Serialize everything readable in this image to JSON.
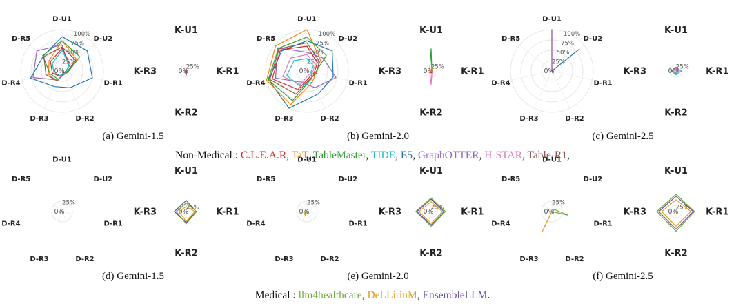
{
  "legends": {
    "non_medical": {
      "prefix": "Non-Medical :",
      "items": [
        {
          "name": "C.L.E.A.R",
          "color": "#d62728"
        },
        {
          "name": "TaT",
          "color": "#ff7f0e"
        },
        {
          "name": "TableMaster",
          "color": "#2ca02c"
        },
        {
          "name": "TIDE",
          "color": "#17becf"
        },
        {
          "name": "E5",
          "color": "#1f77b4"
        },
        {
          "name": "GraphOTTER",
          "color": "#9467bd"
        },
        {
          "name": "H-STAR",
          "color": "#e377c2"
        },
        {
          "name": "Table-R1",
          "color": "#8c564b"
        }
      ],
      "suffix": ","
    },
    "medical": {
      "prefix": "Medical :",
      "items": [
        {
          "name": "llm4healthcare",
          "color": "#6aaa3a"
        },
        {
          "name": "DeLLiriuM",
          "color": "#e0a020"
        },
        {
          "name": "EnsembleLLM",
          "color": "#6a51a3"
        }
      ],
      "suffix": "."
    }
  },
  "chart_data": [
    {
      "type": "radar",
      "subplot": "a",
      "row": 0,
      "col": 0,
      "caption": "(a) Gemini-1.5",
      "left": {
        "axes": [
          "D-U1",
          "D-U2",
          "D-R1",
          "D-R2",
          "D-R3",
          "D-R4",
          "D-R5"
        ],
        "rings": [
          25,
          50,
          75,
          100
        ],
        "tick_labels": [
          "0%",
          "25%",
          "50%",
          "75%",
          "100%"
        ],
        "series": [
          {
            "color": "#1f77b4",
            "values": [
              83,
              78,
              75,
              45,
              42,
              78,
              58
            ]
          },
          {
            "color": "#ff7f0e",
            "values": [
              73,
              45,
              12,
              8,
              28,
              34,
              40
            ]
          },
          {
            "color": "#2ca02c",
            "values": [
              73,
              55,
              14,
              10,
              22,
              30,
              60
            ]
          },
          {
            "color": "#8c564b",
            "values": [
              58,
              42,
              12,
              8,
              26,
              40,
              56
            ]
          },
          {
            "color": "#9467bd",
            "values": [
              63,
              20,
              10,
              10,
              24,
              72,
              78
            ]
          },
          {
            "color": "#d62728",
            "values": [
              55,
              25,
              8,
              6,
              14,
              24,
              36
            ]
          },
          {
            "color": "#17becf",
            "values": [
              50,
              22,
              10,
              8,
              12,
              20,
              30
            ]
          }
        ]
      },
      "right": {
        "axes": [
          "K-U1",
          "K-R1",
          "K-R2",
          "K-R3"
        ],
        "rings": [
          25
        ],
        "tick_labels": [
          "0%",
          "25%"
        ],
        "series": [
          {
            "color": "#d62728",
            "values": [
              2,
              3,
              17,
              6
            ]
          },
          {
            "color": "#9467bd",
            "values": [
              2,
              2,
              15,
              5
            ]
          },
          {
            "color": "#8c564b",
            "values": [
              1,
              2,
              13,
              4
            ]
          }
        ]
      }
    },
    {
      "type": "radar",
      "subplot": "b",
      "row": 0,
      "col": 1,
      "caption": "(b) Gemini-2.0",
      "left": {
        "axes": [
          "D-U1",
          "D-U2",
          "D-R1",
          "D-R2",
          "D-R3",
          "D-R4",
          "D-R5"
        ],
        "rings": [
          25,
          50,
          75,
          100
        ],
        "tick_labels": [
          "0%",
          "25%",
          "50%",
          "75%",
          "100%"
        ],
        "series": [
          {
            "color": "#1f77b4",
            "values": [
              73,
              78,
              65,
              62,
              100,
              95,
              78
            ]
          },
          {
            "color": "#ff7f0e",
            "values": [
              100,
              42,
              22,
              30,
              90,
              100,
              97
            ]
          },
          {
            "color": "#2ca02c",
            "values": [
              82,
              60,
              20,
              22,
              80,
              96,
              88
            ]
          },
          {
            "color": "#9467bd",
            "values": [
              45,
              50,
              72,
              45,
              30,
              78,
              90
            ]
          },
          {
            "color": "#d62728",
            "values": [
              60,
              32,
              18,
              16,
              50,
              86,
              82
            ]
          },
          {
            "color": "#8c564b",
            "values": [
              68,
              38,
              24,
              20,
              62,
              92,
              86
            ]
          },
          {
            "color": "#e377c2",
            "values": [
              40,
              26,
              14,
              10,
              36,
              60,
              50
            ]
          },
          {
            "color": "#17becf",
            "values": [
              30,
              20,
              10,
              30,
              40,
              50,
              40
            ]
          }
        ]
      },
      "right": {
        "axes": [
          "K-U1",
          "K-R1",
          "K-R2",
          "K-R3"
        ],
        "rings": [
          25
        ],
        "tick_labels": [
          "0%",
          "25%"
        ],
        "series": [
          {
            "color": "#2ca02c",
            "values": [
              90,
              3,
              5,
              6
            ]
          },
          {
            "color": "#e377c2",
            "values": [
              4,
              4,
              55,
              6
            ]
          },
          {
            "color": "#d62728",
            "values": [
              4,
              6,
              8,
              4
            ]
          },
          {
            "color": "#ff7f0e",
            "values": [
              6,
              5,
              4,
              3
            ]
          }
        ]
      }
    },
    {
      "type": "radar",
      "subplot": "c",
      "row": 0,
      "col": 2,
      "caption": "(c) Gemini-2.5",
      "left": {
        "axes": [
          "D-U1",
          "D-U2",
          "D-R1",
          "D-R2",
          "D-R3",
          "D-R4",
          "D-R5"
        ],
        "rings": [
          25,
          50,
          75,
          100
        ],
        "tick_labels": [
          "0%",
          "25%",
          "50%",
          "75%",
          "100%"
        ],
        "series": [
          {
            "color": "#d62728",
            "values": [
              100,
              0,
              0,
              0,
              0,
              0,
              0
            ]
          },
          {
            "color": "#9467bd",
            "values": [
              100,
              0,
              0,
              0,
              0,
              0,
              0
            ]
          },
          {
            "color": "#1f77b4",
            "values": [
              0,
              85,
              0,
              0,
              0,
              0,
              0
            ]
          },
          {
            "color": "#8c564b",
            "values": [
              0,
              0,
              0,
              8,
              0,
              0,
              0
            ]
          }
        ]
      },
      "right": {
        "axes": [
          "K-U1",
          "K-R1",
          "K-R2",
          "K-R3"
        ],
        "rings": [
          25
        ],
        "tick_labels": [
          "0%",
          "25%"
        ],
        "series": [
          {
            "color": "#17becf",
            "values": [
              12,
              22,
              16,
              20
            ]
          },
          {
            "color": "#d62728",
            "values": [
              14,
              10,
              6,
              18
            ]
          },
          {
            "color": "#9467bd",
            "values": [
              16,
              14,
              8,
              16
            ]
          },
          {
            "color": "#2ca02c",
            "values": [
              12,
              12,
              10,
              14
            ]
          },
          {
            "color": "#e377c2",
            "values": [
              10,
              12,
              8,
              12
            ]
          }
        ]
      }
    },
    {
      "type": "radar",
      "subplot": "d",
      "row": 1,
      "col": 0,
      "caption": "(d) Gemini-1.5",
      "left": {
        "axes": [
          "D-U1",
          "D-U2",
          "D-R1",
          "D-R2",
          "D-R3",
          "D-R4",
          "D-R5"
        ],
        "rings": [
          25
        ],
        "tick_labels": [
          "0%",
          "25%"
        ],
        "series": [
          {
            "color": "#6a51a3",
            "values": [
              0,
              0,
              0,
              0,
              0,
              6,
              0
            ]
          },
          {
            "color": "#6aaa3a",
            "values": [
              0,
              0,
              0,
              0,
              0,
              4,
              0
            ]
          }
        ]
      },
      "right": {
        "axes": [
          "K-U1",
          "K-R1",
          "K-R2",
          "K-R3"
        ],
        "rings": [
          25
        ],
        "tick_labels": [
          "0%",
          "25%"
        ],
        "series": [
          {
            "color": "#6a51a3",
            "values": [
              45,
              40,
              45,
              48
            ]
          },
          {
            "color": "#6aaa3a",
            "values": [
              35,
              42,
              50,
              40
            ]
          },
          {
            "color": "#e0a020",
            "values": [
              20,
              35,
              40,
              30
            ]
          }
        ]
      }
    },
    {
      "type": "radar",
      "subplot": "e",
      "row": 1,
      "col": 1,
      "caption": "(e) Gemini-2.0",
      "left": {
        "axes": [
          "D-U1",
          "D-U2",
          "D-R1",
          "D-R2",
          "D-R3",
          "D-R4",
          "D-R5"
        ],
        "rings": [
          25
        ],
        "tick_labels": [
          "0%",
          "25%"
        ],
        "series": [
          {
            "color": "#e0a020",
            "values": [
              0,
              0,
              0,
              0,
              10,
              8,
              0
            ]
          },
          {
            "color": "#6aaa3a",
            "values": [
              0,
              0,
              0,
              0,
              6,
              5,
              0
            ]
          }
        ]
      },
      "right": {
        "axes": [
          "K-U1",
          "K-R1",
          "K-R2",
          "K-R3"
        ],
        "rings": [
          25
        ],
        "tick_labels": [
          "0%",
          "25%"
        ],
        "series": [
          {
            "color": "#6aaa3a",
            "values": [
              55,
              58,
              60,
              62
            ]
          },
          {
            "color": "#6a51a3",
            "values": [
              50,
              52,
              55,
              58
            ]
          },
          {
            "color": "#e0a020",
            "values": [
              40,
              45,
              48,
              50
            ]
          }
        ]
      }
    },
    {
      "type": "radar",
      "subplot": "f",
      "row": 1,
      "col": 2,
      "caption": "(f) Gemini-2.5",
      "left": {
        "axes": [
          "D-U1",
          "D-U2",
          "D-R1",
          "D-R2",
          "D-R3",
          "D-R4",
          "D-R5"
        ],
        "rings": [
          25
        ],
        "tick_labels": [
          "0%",
          "25%"
        ],
        "series": [
          {
            "color": "#6aaa3a",
            "values": [
              0,
              8,
              40,
              0,
              45,
              0,
              0
            ]
          },
          {
            "color": "#e0a020",
            "values": [
              0,
              0,
              0,
              0,
              55,
              0,
              0
            ]
          }
        ]
      },
      "right": {
        "axes": [
          "K-U1",
          "K-R1",
          "K-R2",
          "K-R3"
        ],
        "rings": [
          25
        ],
        "tick_labels": [
          "0%",
          "25%"
        ],
        "series": [
          {
            "color": "#6aaa3a",
            "values": [
              70,
              75,
              80,
              78
            ]
          },
          {
            "color": "#6a51a3",
            "values": [
              62,
              70,
              72,
              70
            ]
          },
          {
            "color": "#e0a020",
            "values": [
              48,
              60,
              60,
              58
            ]
          }
        ]
      }
    }
  ]
}
